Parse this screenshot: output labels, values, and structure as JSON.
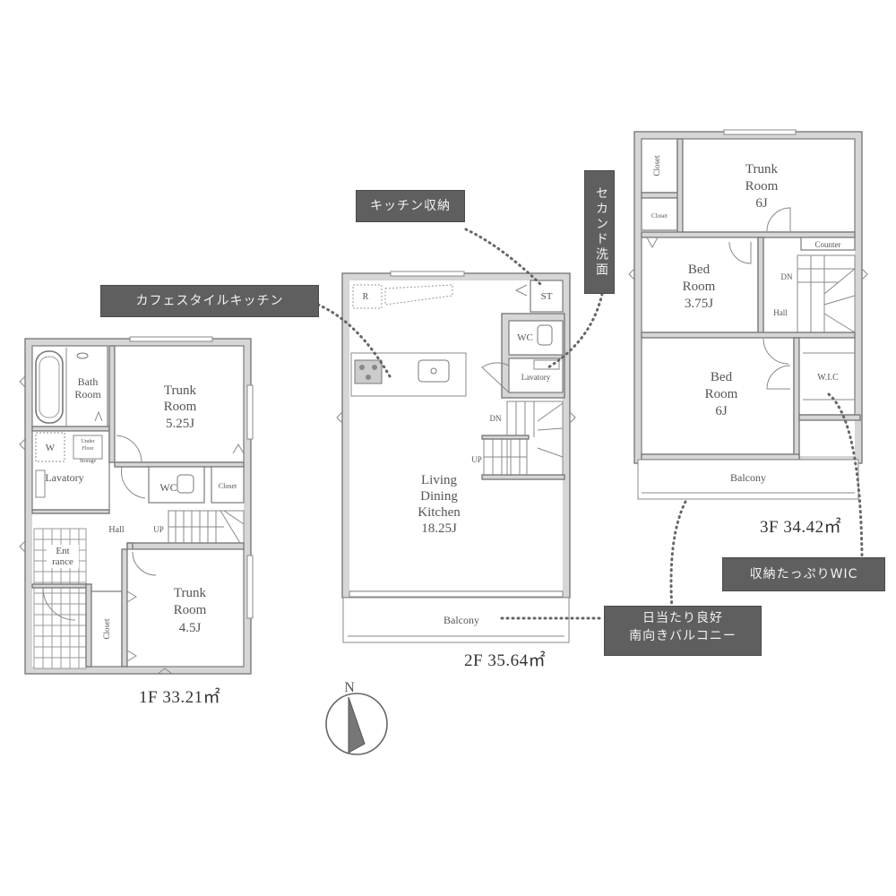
{
  "floors": {
    "f1": {
      "label": "1F 33.21㎡",
      "rooms": {
        "bath": [
          "Bath",
          "Room"
        ],
        "trunk1": [
          "Trunk",
          "Room",
          "5.25J"
        ],
        "washer": "W",
        "under_floor": [
          "Under",
          "Floor",
          "Storage"
        ],
        "lavatory": "Lavatory",
        "wc": "WC",
        "closet_small": "Closet",
        "hall": "Hall",
        "up": "UP",
        "entrance": [
          "Ent",
          "rance"
        ],
        "trunk2": [
          "Trunk",
          "Room",
          "4.5J"
        ],
        "closet_long": "Closet"
      }
    },
    "f2": {
      "label": "2F 35.64㎡",
      "rooms": {
        "fridge": "R",
        "storage": "ST",
        "wc": "WC",
        "lavatory": "Lavatory",
        "dn": "DN",
        "up": "UP",
        "ldk": [
          "Living",
          "Dining",
          "Kitchen",
          "18.25J"
        ],
        "balcony": "Balcony"
      }
    },
    "f3": {
      "label": "3F 34.42㎡",
      "rooms": {
        "closet1": "Closet",
        "closet2": "Closet",
        "trunk": [
          "Trunk",
          "Room",
          "6J"
        ],
        "counter": "Counter",
        "bed1": [
          "Bed",
          "Room",
          "3.75J"
        ],
        "dn": "DN",
        "hall": "Hall",
        "bed2": [
          "Bed",
          "Room",
          "6J"
        ],
        "wic": "W.I.C",
        "balcony": "Balcony"
      }
    }
  },
  "callouts": {
    "cafe_kitchen": "カフェスタイルキッチン",
    "kitchen_storage": "キッチン収納",
    "second_wash": "セカンド洗面",
    "wic": "収納たっぷりWIC",
    "balcony": [
      "日当たり良好",
      "南向きバルコニー"
    ]
  },
  "compass": {
    "label": "N",
    "icon": "north-arrow-icon"
  },
  "colors": {
    "wall": "#d6d6d6",
    "line": "#7a7a7a",
    "callout_bg": "#5f5f5f",
    "callout_text": "#f2f2f2"
  }
}
